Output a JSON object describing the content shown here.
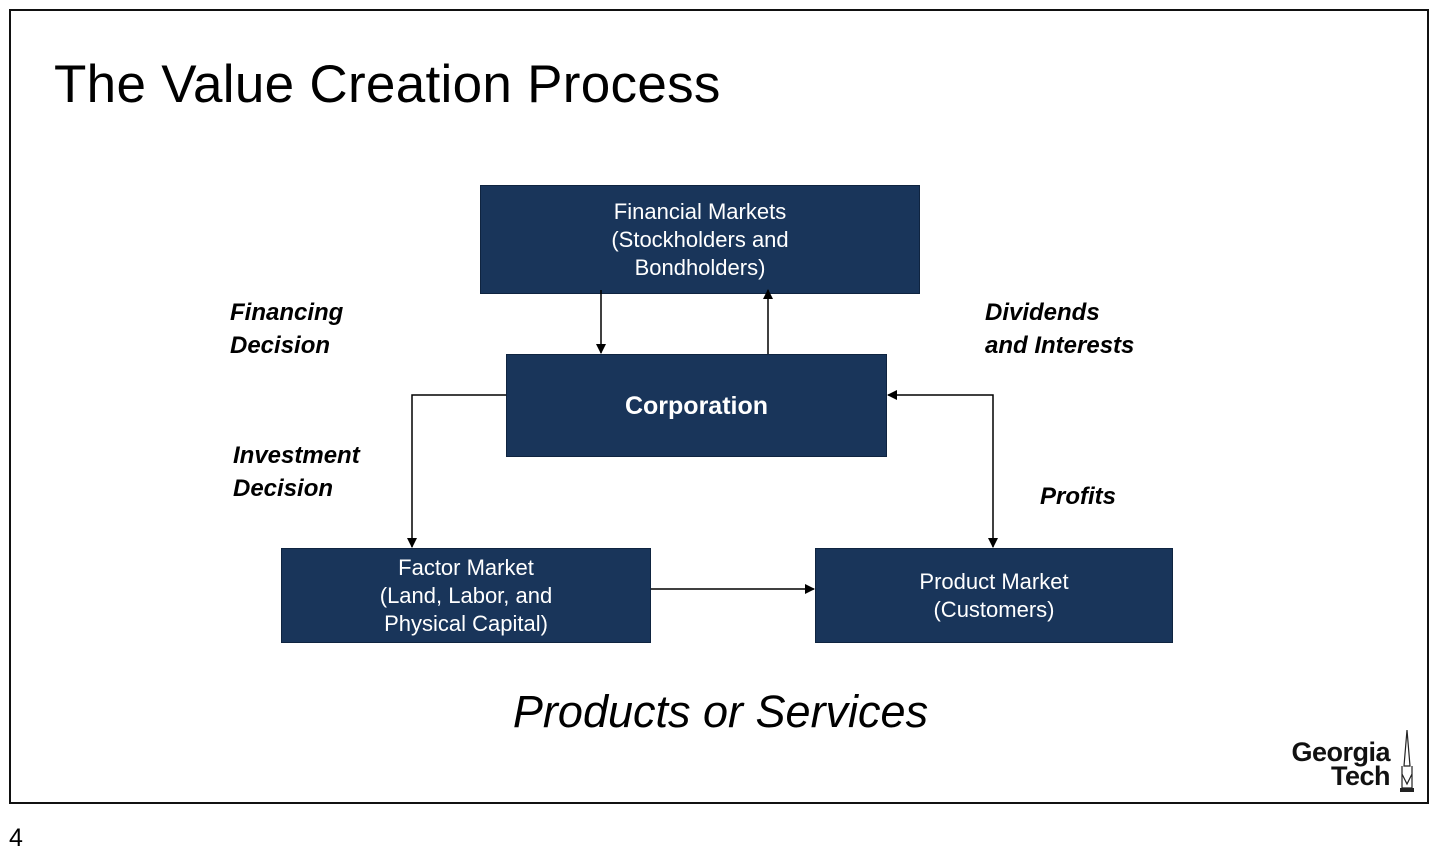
{
  "slide": {
    "title": "The Value Creation Process",
    "caption": "Products or Services",
    "page_number": "4"
  },
  "boxes": {
    "financial_markets": [
      "Financial Markets",
      "(Stockholders and",
      "Bondholders)"
    ],
    "corporation": "Corporation",
    "factor_market": [
      "Factor Market",
      "(Land, Labor, and",
      "Physical Capital)"
    ],
    "product_market": [
      "Product Market",
      "(Customers)"
    ]
  },
  "labels": {
    "financing": [
      "Financing",
      "Decision"
    ],
    "dividends": [
      "Dividends",
      "and Interests"
    ],
    "investment": [
      "Investment",
      "Decision"
    ],
    "profits": "Profits"
  },
  "logo": {
    "line1": "Georgia",
    "line2": "Tech"
  },
  "colors": {
    "box_fill": "#19355a",
    "box_text": "#ffffff"
  }
}
